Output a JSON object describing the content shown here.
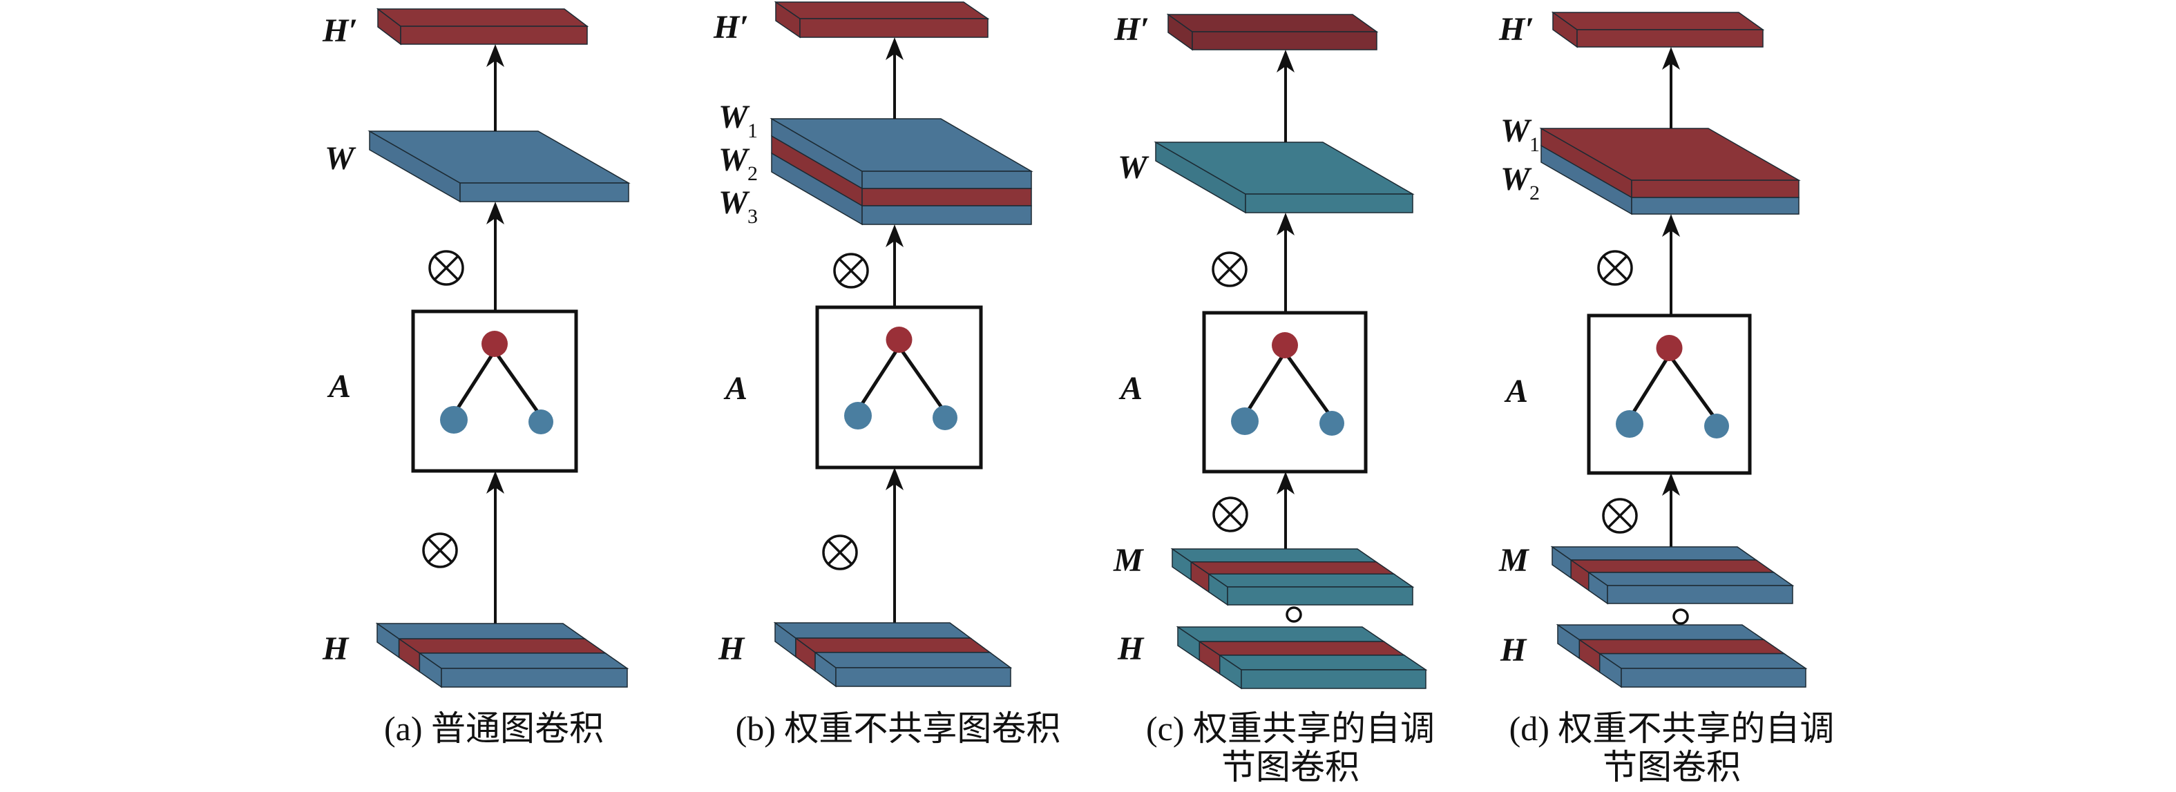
{
  "colors": {
    "blue": "#4a7596",
    "red": "#8b3438",
    "teal": "#3e7b8c",
    "dark_red": "#7a2d33",
    "node_red": "#9a3038",
    "node_blue": "#4a7ea0"
  },
  "symbols": {
    "otimes": "⊗",
    "hadamard": "∘"
  },
  "panels": [
    {
      "id": "a",
      "labels": {
        "H_prime": "H′",
        "W": "W",
        "A": "A",
        "H": "H"
      },
      "weights": [
        {
          "main": "W",
          "sub": ""
        }
      ],
      "weight_layers": [
        "blue"
      ],
      "has_mask": false,
      "caption": [
        "(a) 普通图卷积"
      ]
    },
    {
      "id": "b",
      "labels": {
        "H_prime": "H′",
        "A": "A",
        "H": "H"
      },
      "weights": [
        {
          "main": "W",
          "sub": "1"
        },
        {
          "main": "W",
          "sub": "2"
        },
        {
          "main": "W",
          "sub": "3"
        }
      ],
      "weight_layers": [
        "blue",
        "red",
        "blue"
      ],
      "has_mask": false,
      "caption": [
        "(b) 权重不共享图卷积"
      ]
    },
    {
      "id": "c",
      "labels": {
        "H_prime": "H′",
        "W": "W",
        "A": "A",
        "M": "M",
        "H": "H"
      },
      "weights": [
        {
          "main": "W",
          "sub": ""
        }
      ],
      "weight_layers": [
        "teal"
      ],
      "has_mask": true,
      "caption": [
        "(c) 权重共享的自调",
        "节图卷积"
      ]
    },
    {
      "id": "d",
      "labels": {
        "H_prime": "H′",
        "A": "A",
        "M": "M",
        "H": "H"
      },
      "weights": [
        {
          "main": "W",
          "sub": "1"
        },
        {
          "main": "W",
          "sub": "2"
        }
      ],
      "weight_layers": [
        "red",
        "blue"
      ],
      "has_mask": true,
      "caption": [
        "(d) 权重不共享的自调",
        "节图卷积"
      ]
    }
  ]
}
